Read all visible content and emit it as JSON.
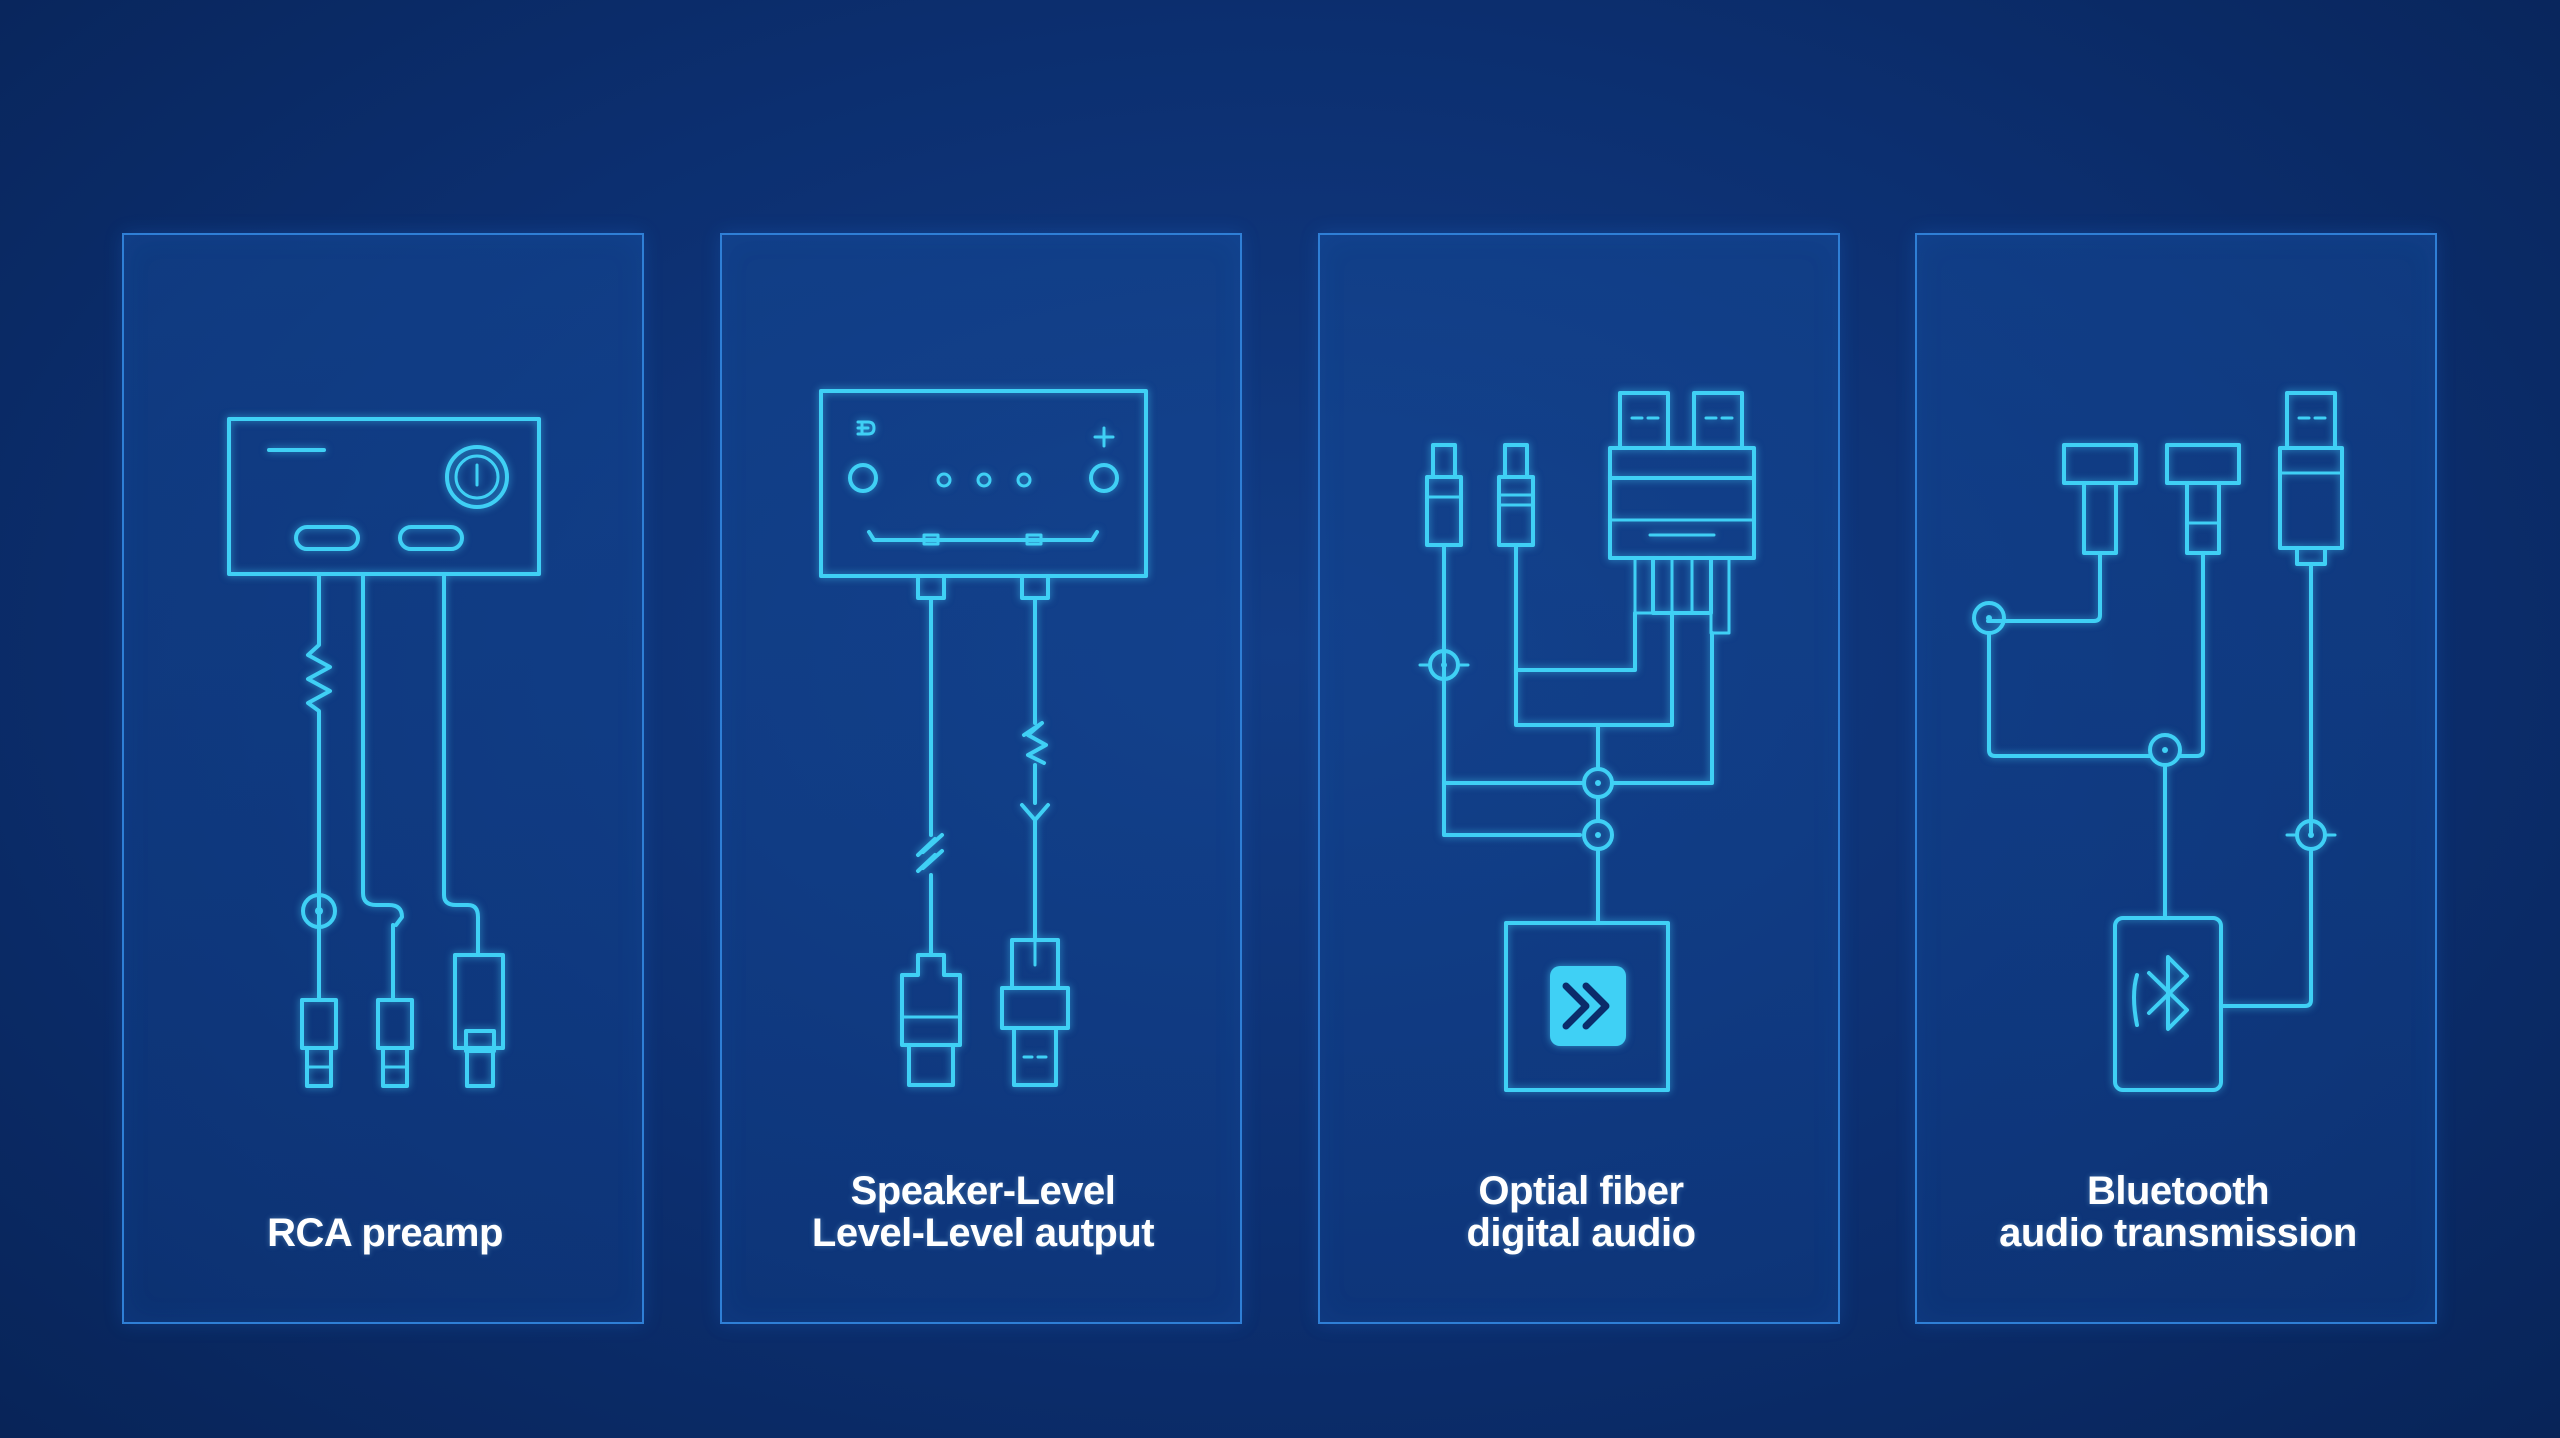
{
  "panels": [
    {
      "id": "rca",
      "label_lines": [
        "RCA preamp"
      ],
      "icon": "rca-preamp-diagram"
    },
    {
      "id": "speaker",
      "label_lines": [
        "Speaker-Level",
        "Level-Level autput"
      ],
      "icon": "speaker-level-diagram"
    },
    {
      "id": "optical",
      "label_lines": [
        "Optial fiber",
        "digital audio"
      ],
      "icon": "optical-fiber-diagram"
    },
    {
      "id": "bluetooth",
      "label_lines": [
        "Bluetooth",
        "audio transmission"
      ],
      "icon": "bluetooth-diagram"
    }
  ],
  "colors": {
    "background": "#0c2f70",
    "panel_border": "#2f7fd6",
    "line": "#3fd0f5",
    "label": "#ffffff",
    "badge_fill": "#3fd0f5"
  }
}
